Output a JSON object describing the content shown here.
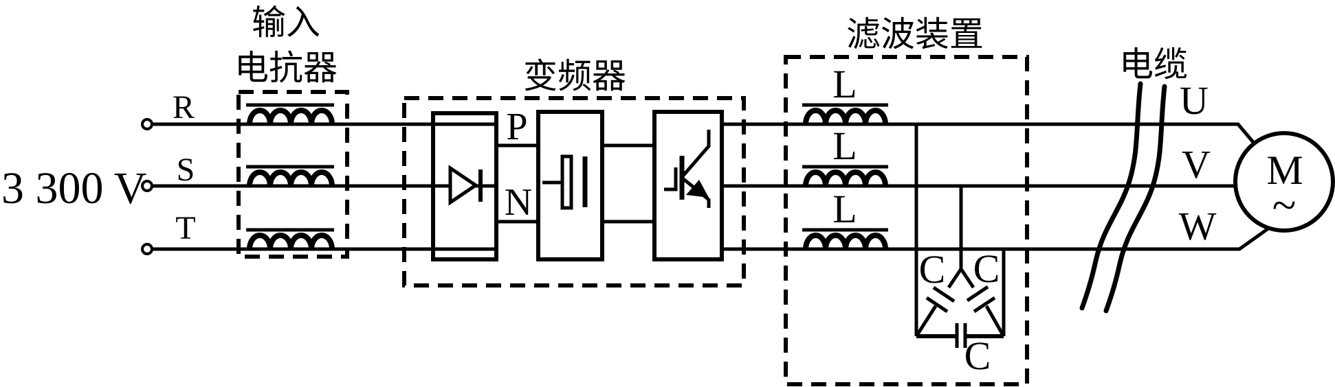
{
  "diagram": {
    "source": {
      "voltage_label": "3 300 V",
      "phase_labels": [
        "R",
        "S",
        "T"
      ]
    },
    "input_reactor": {
      "label_lines": [
        "输入",
        "电抗器"
      ]
    },
    "frequency_converter": {
      "label": "变频器",
      "dc_bus_positive": "P",
      "dc_bus_negative": "N"
    },
    "filter_device": {
      "label": "滤波装置",
      "inductor_labels": [
        "L",
        "L",
        "L"
      ],
      "capacitor_labels": [
        "C",
        "C",
        "C"
      ]
    },
    "cable": {
      "label": "电缆"
    },
    "output": {
      "phase_labels": [
        "U",
        "V",
        "W"
      ]
    },
    "motor": {
      "label": "M",
      "ac_symbol": "~"
    }
  },
  "colors": {
    "ink": "#000000",
    "background": "#ffffff"
  }
}
